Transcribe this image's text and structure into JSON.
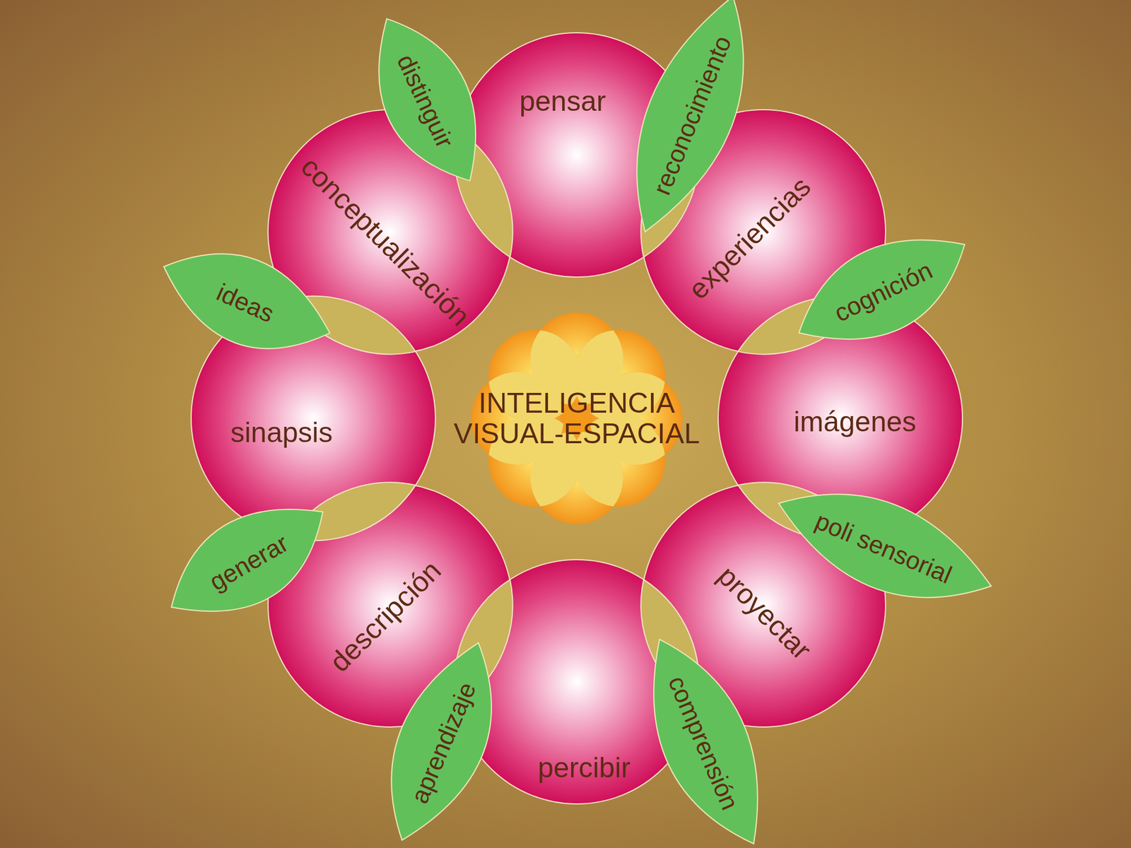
{
  "diagram": {
    "nodes": [
      {
        "text": [
          "INTELIGENCIA VISUAL-ESPACIAL"
        ]
      },
      {
        "text": [
          "pensar"
        ]
      },
      {
        "text": [
          "experiencias"
        ]
      },
      {
        "text": [
          "imágenes"
        ]
      },
      {
        "text": [
          "proyectar"
        ]
      },
      {
        "text": [
          "percibir"
        ]
      },
      {
        "text": [
          "descripción"
        ]
      },
      {
        "text": [
          "sinapsis"
        ]
      },
      {
        "text": [
          "conceptualización"
        ]
      },
      {
        "text": [
          "distinguir"
        ]
      },
      {
        "text": [
          "reconocimiento"
        ]
      },
      {
        "text": [
          "cognición"
        ]
      },
      {
        "text": [
          "poli sensorial"
        ]
      },
      {
        "text": [
          "comprensión"
        ]
      },
      {
        "text": [
          "aprendizaje"
        ]
      },
      {
        "text": [
          "generar"
        ]
      },
      {
        "text": [
          "ideas"
        ]
      }
    ]
  }
}
